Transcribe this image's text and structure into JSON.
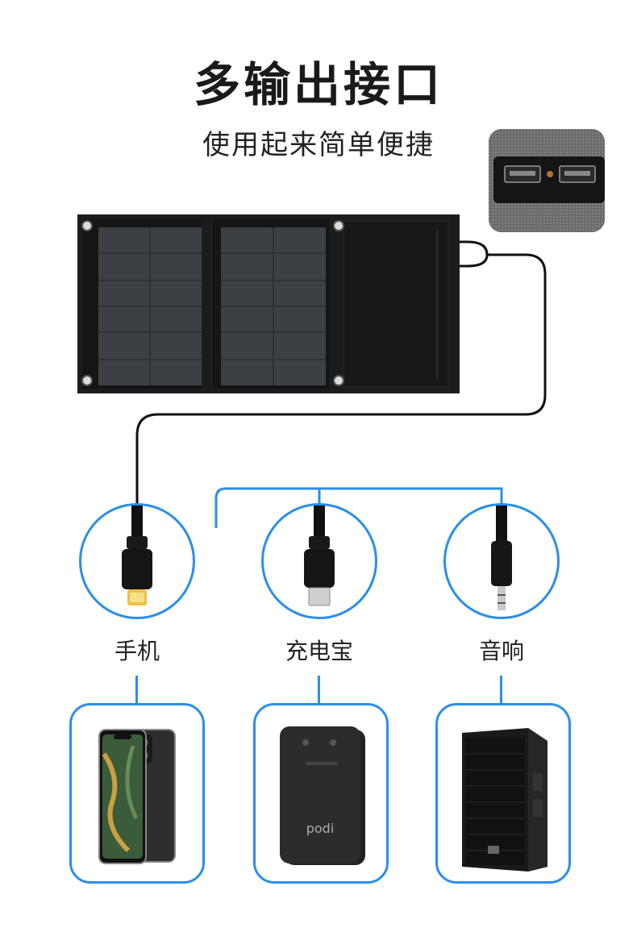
{
  "header": {
    "title": "多输出接口",
    "subtitle": "使用起来简单便捷"
  },
  "devices": [
    {
      "label": "手机",
      "connector": "lightning-connector"
    },
    {
      "label": "充电宝",
      "connector": "micro-usb-connector"
    },
    {
      "label": "音响",
      "connector": "audio-jack-connector"
    }
  ],
  "products": [
    {
      "name": "phone-image"
    },
    {
      "name": "power-bank-image",
      "brand": "podi"
    },
    {
      "name": "speaker-image"
    }
  ],
  "colors": {
    "accent": "#2b8eea",
    "panel": "#1c1c1c",
    "cable": "#111111"
  }
}
